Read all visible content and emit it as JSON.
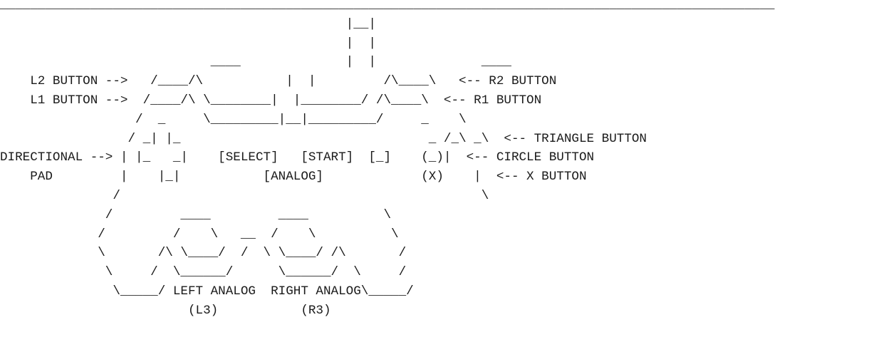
{
  "ascii_art": {
    "lines": [
      "_______________________________________________________________________________________________________",
      "                                              |__|",
      "                                              |  |",
      "                            ____              |  |              ____",
      "    L2 BUTTON -->   /____/\\           |  |         /\\____\\   <-- R2 BUTTON",
      "    L1 BUTTON -->  /____/\\ \\________|  |________/ /\\____\\  <-- R1 BUTTON",
      "                  /  _     \\_________|__|_________/     _    \\",
      "                 / _| |_                                 _ /_\\ _\\  <-- TRIANGLE BUTTON",
      "DIRECTIONAL --> | |_   _|    [SELECT]   [START]  [_]    (_)|  <-- CIRCLE BUTTON",
      "    PAD         |    |_|           [ANALOG]             (X)    |  <-- X BUTTON",
      "               /                                                \\",
      "              /         ____         ____          \\",
      "             /         /    \\   __  /    \\          \\",
      "             \\       /\\ \\____/  /  \\ \\____/ /\\       /",
      "              \\     /  \\______/      \\______/  \\     /",
      "               \\_____/ LEFT ANALOG  RIGHT ANALOG\\_____/",
      "                         (L3)           (R3)"
    ]
  }
}
